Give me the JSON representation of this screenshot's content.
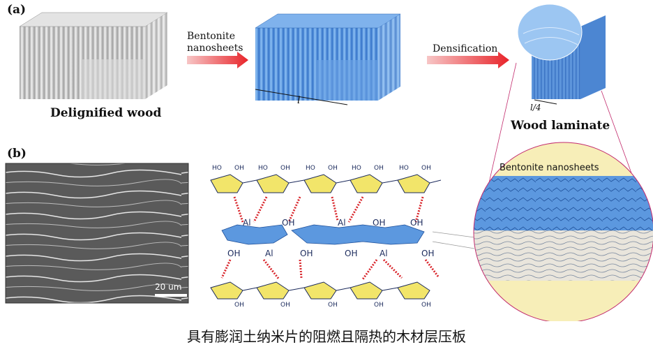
{
  "panels": {
    "a": "(a)",
    "b": "(b)"
  },
  "labels": {
    "delignified_wood": "Delignified wood",
    "bentonite_nanosheets_arrow": "Bentonite\nnanosheets",
    "densification": "Densification",
    "wood_laminate": "Wood laminate",
    "dimension_l": "l",
    "dimension_l4": "l/4",
    "bentonite_nanosheets_zoom": "Bentonite nanosheets",
    "scale_bar": "20 um"
  },
  "molecule_labels": {
    "top_ho": [
      "HO",
      "HO",
      "HO",
      "HO",
      "HO"
    ],
    "top_oh": [
      "OH",
      "OH",
      "OH",
      "OH",
      "OH"
    ],
    "middle": [
      "Al",
      "OH",
      "Al",
      "OH",
      "OH"
    ],
    "lower": [
      "OH",
      "Al",
      "OH",
      "OH",
      "Al",
      "OH"
    ],
    "bottom_oh": [
      "OH",
      "OH",
      "OH",
      "OH",
      "OH"
    ]
  },
  "caption": "具有膨润土纳米片的阻燃且隔热的木材层压板",
  "colors": {
    "gray_wood": "#c8c8c8",
    "blue_wood": "#4f8fdc",
    "arrow_red": "#e8242a",
    "hbond_red": "#d9262c",
    "ring_yellow": "#f2e56a",
    "zoom_bg": "#f7eeb8",
    "sheet_blue": "#5b9ae0"
  }
}
